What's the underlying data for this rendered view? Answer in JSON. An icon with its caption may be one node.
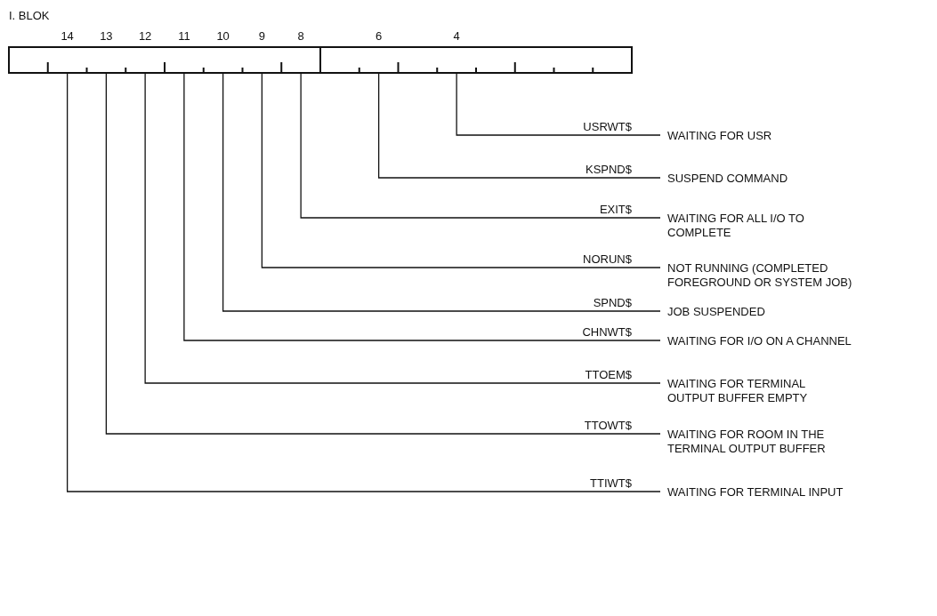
{
  "diagram": {
    "title": "I. BLOK",
    "nodes": [
      {
        "text": [],
        "shape": "box",
        "beside": [
          "14",
          "13",
          "12",
          "11",
          "10",
          "9",
          "8",
          "6",
          "4"
        ]
      },
      {
        "text": [
          "WAITING FOR USR"
        ]
      },
      {
        "text": [
          "SUSPEND COMMAND"
        ]
      },
      {
        "text": [
          "WAITING FOR ALL I/O TO COMPLETE"
        ]
      },
      {
        "text": [
          "NOT RUNNING (COMPLETED FOREGROUND OR SYSTEM JOB)"
        ]
      },
      {
        "text": [
          "JOB SUSPENDED"
        ]
      },
      {
        "text": [
          "WAITING FOR I/O ON A CHANNEL"
        ]
      },
      {
        "text": [
          "WAITING FOR TERMINAL OUTPUT BUFFER EMPTY"
        ]
      },
      {
        "text": [
          "WAITING FOR ROOM IN THE TERMINAL OUTPUT BUFFER"
        ]
      },
      {
        "text": [
          "WAITING FOR TERMINAL INPUT"
        ]
      }
    ],
    "edges": [
      {
        "from": 1,
        "to": 0,
        "arrow": "none",
        "label": "USRWT$"
      },
      {
        "from": 2,
        "to": 0,
        "arrow": "none",
        "label": "KSPND$"
      },
      {
        "from": 3,
        "to": 0,
        "arrow": "none",
        "label": "EXIT$"
      },
      {
        "from": 4,
        "to": 0,
        "arrow": "none",
        "label": "NORUN$"
      },
      {
        "from": 5,
        "to": 0,
        "arrow": "none",
        "label": "SPND$"
      },
      {
        "from": 6,
        "to": 0,
        "arrow": "none",
        "label": "CHNWT$"
      },
      {
        "from": 7,
        "to": 0,
        "arrow": "none",
        "label": "TTOEM$"
      },
      {
        "from": 8,
        "to": 0,
        "arrow": "none",
        "label": "TTOWT$"
      },
      {
        "from": 9,
        "to": 0,
        "arrow": "none",
        "label": "TTIWT$"
      }
    ]
  }
}
